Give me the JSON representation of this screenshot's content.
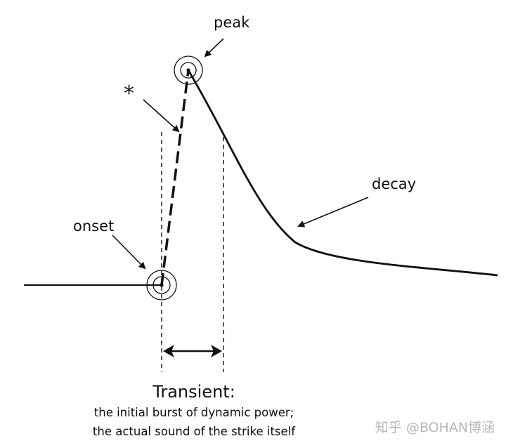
{
  "labels": {
    "peak": "peak",
    "asterisk": "*",
    "onset": "onset",
    "decay": "decay"
  },
  "caption": {
    "title": "Transient:",
    "line1": "the initial burst of dynamic power;",
    "line2": "the actual sound of the strike itself"
  },
  "watermark": "知乎 @BOHAN博涵",
  "colors": {
    "ink": "#111111",
    "watermark": "#b8b8b8",
    "background": "#ffffff"
  }
}
